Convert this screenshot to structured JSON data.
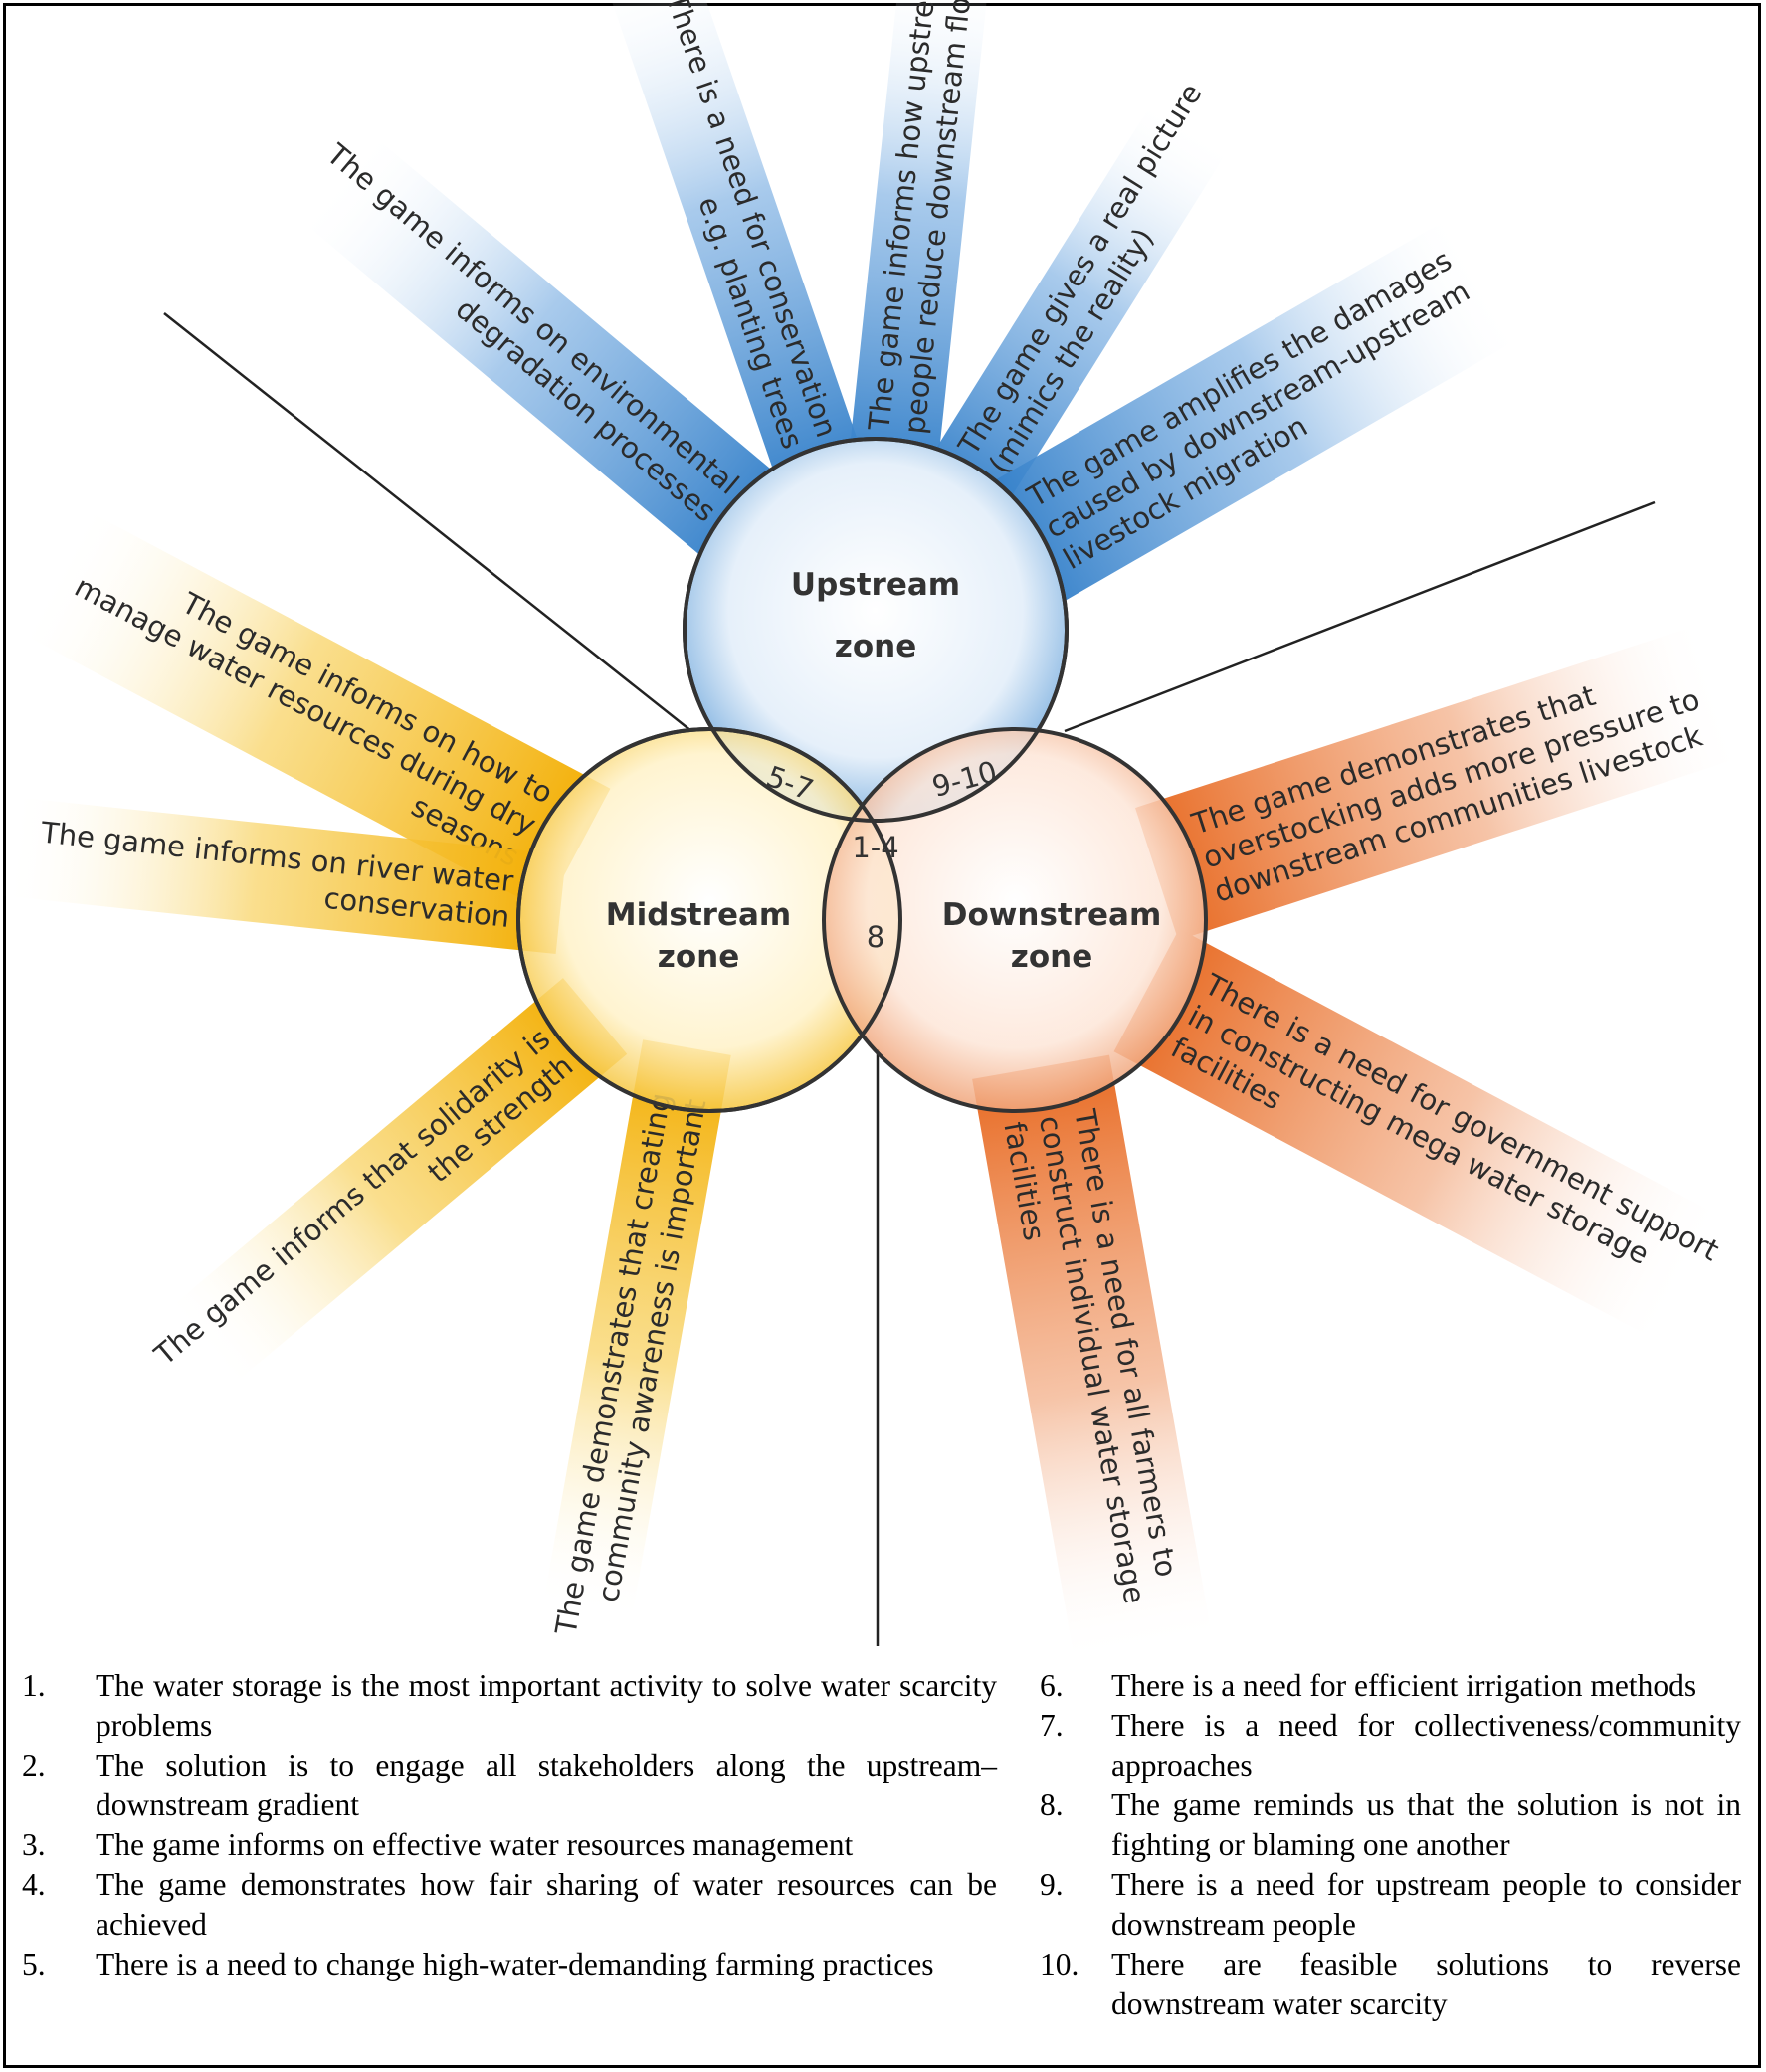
{
  "zones": {
    "upstream": {
      "line1": "Upstream",
      "line2": "zone"
    },
    "midstream": {
      "line1": "Midstream",
      "line2": "zone"
    },
    "downstream": {
      "line1": "Downstream",
      "line2": "zone"
    }
  },
  "overlaps": {
    "up_mid": "5-7",
    "up_down": "9-10",
    "center": "1-4",
    "mid_down": "8"
  },
  "rays": {
    "upstream": [
      [
        "The game informs on environmental",
        "degradation processes"
      ],
      [
        "There is a need for conservation",
        "e.g. planting trees"
      ],
      [
        "The game informs how upstream",
        "people reduce downstream flows"
      ],
      [
        "The game gives a real picture",
        "(mimics the reality)"
      ],
      [
        "The game amplifies the damages",
        "caused by downstream-upstream",
        "livestock migration"
      ]
    ],
    "midstream": [
      [
        "The game informs on how to",
        "manage water resources during dry",
        "seasons"
      ],
      [
        "The game informs on river water",
        "conservation"
      ],
      [
        "The game informs that solidarity is",
        "the strength"
      ],
      [
        "The game demonstrates that creating",
        "community awareness is important"
      ]
    ],
    "downstream": [
      [
        "The game demonstrates that",
        "overstocking adds more pressure to",
        "downstream communities livestock"
      ],
      [
        "There is a need for government support",
        "in constructing mega water storage",
        "facilities"
      ],
      [
        "There is a need for all farmers to",
        "construct individual water storage",
        "facilities"
      ]
    ]
  },
  "legend": {
    "left": [
      {
        "num": "1.",
        "text": "The water storage is the most important activity to solve water scarcity problems"
      },
      {
        "num": "2.",
        "text": "The solution is to engage all stakeholders along the upstream–downstream gradient"
      },
      {
        "num": "3.",
        "text": "The game informs on effective water resources management"
      },
      {
        "num": "4.",
        "text": "The game demonstrates how fair sharing of water resources can be achieved"
      },
      {
        "num": "5.",
        "text": "There is a need to change high-water-demanding farming practices"
      }
    ],
    "right": [
      {
        "num": "6.",
        "text": "There is a need for efficient irrigation methods"
      },
      {
        "num": "7.",
        "text": "There is a need for collectiveness/community approaches"
      },
      {
        "num": "8.",
        "text": "The game reminds us that the solution is not in fighting or blaming one another"
      },
      {
        "num": "9.",
        "text": "There is a need for upstream people to consider downstream people"
      },
      {
        "num": "10.",
        "text": "There are feasible solutions to reverse downstream water scarcity"
      }
    ]
  },
  "colors": {
    "upstream": "#3d88cf",
    "midstream": "#f4b400",
    "downstream": "#ea7b3c"
  }
}
